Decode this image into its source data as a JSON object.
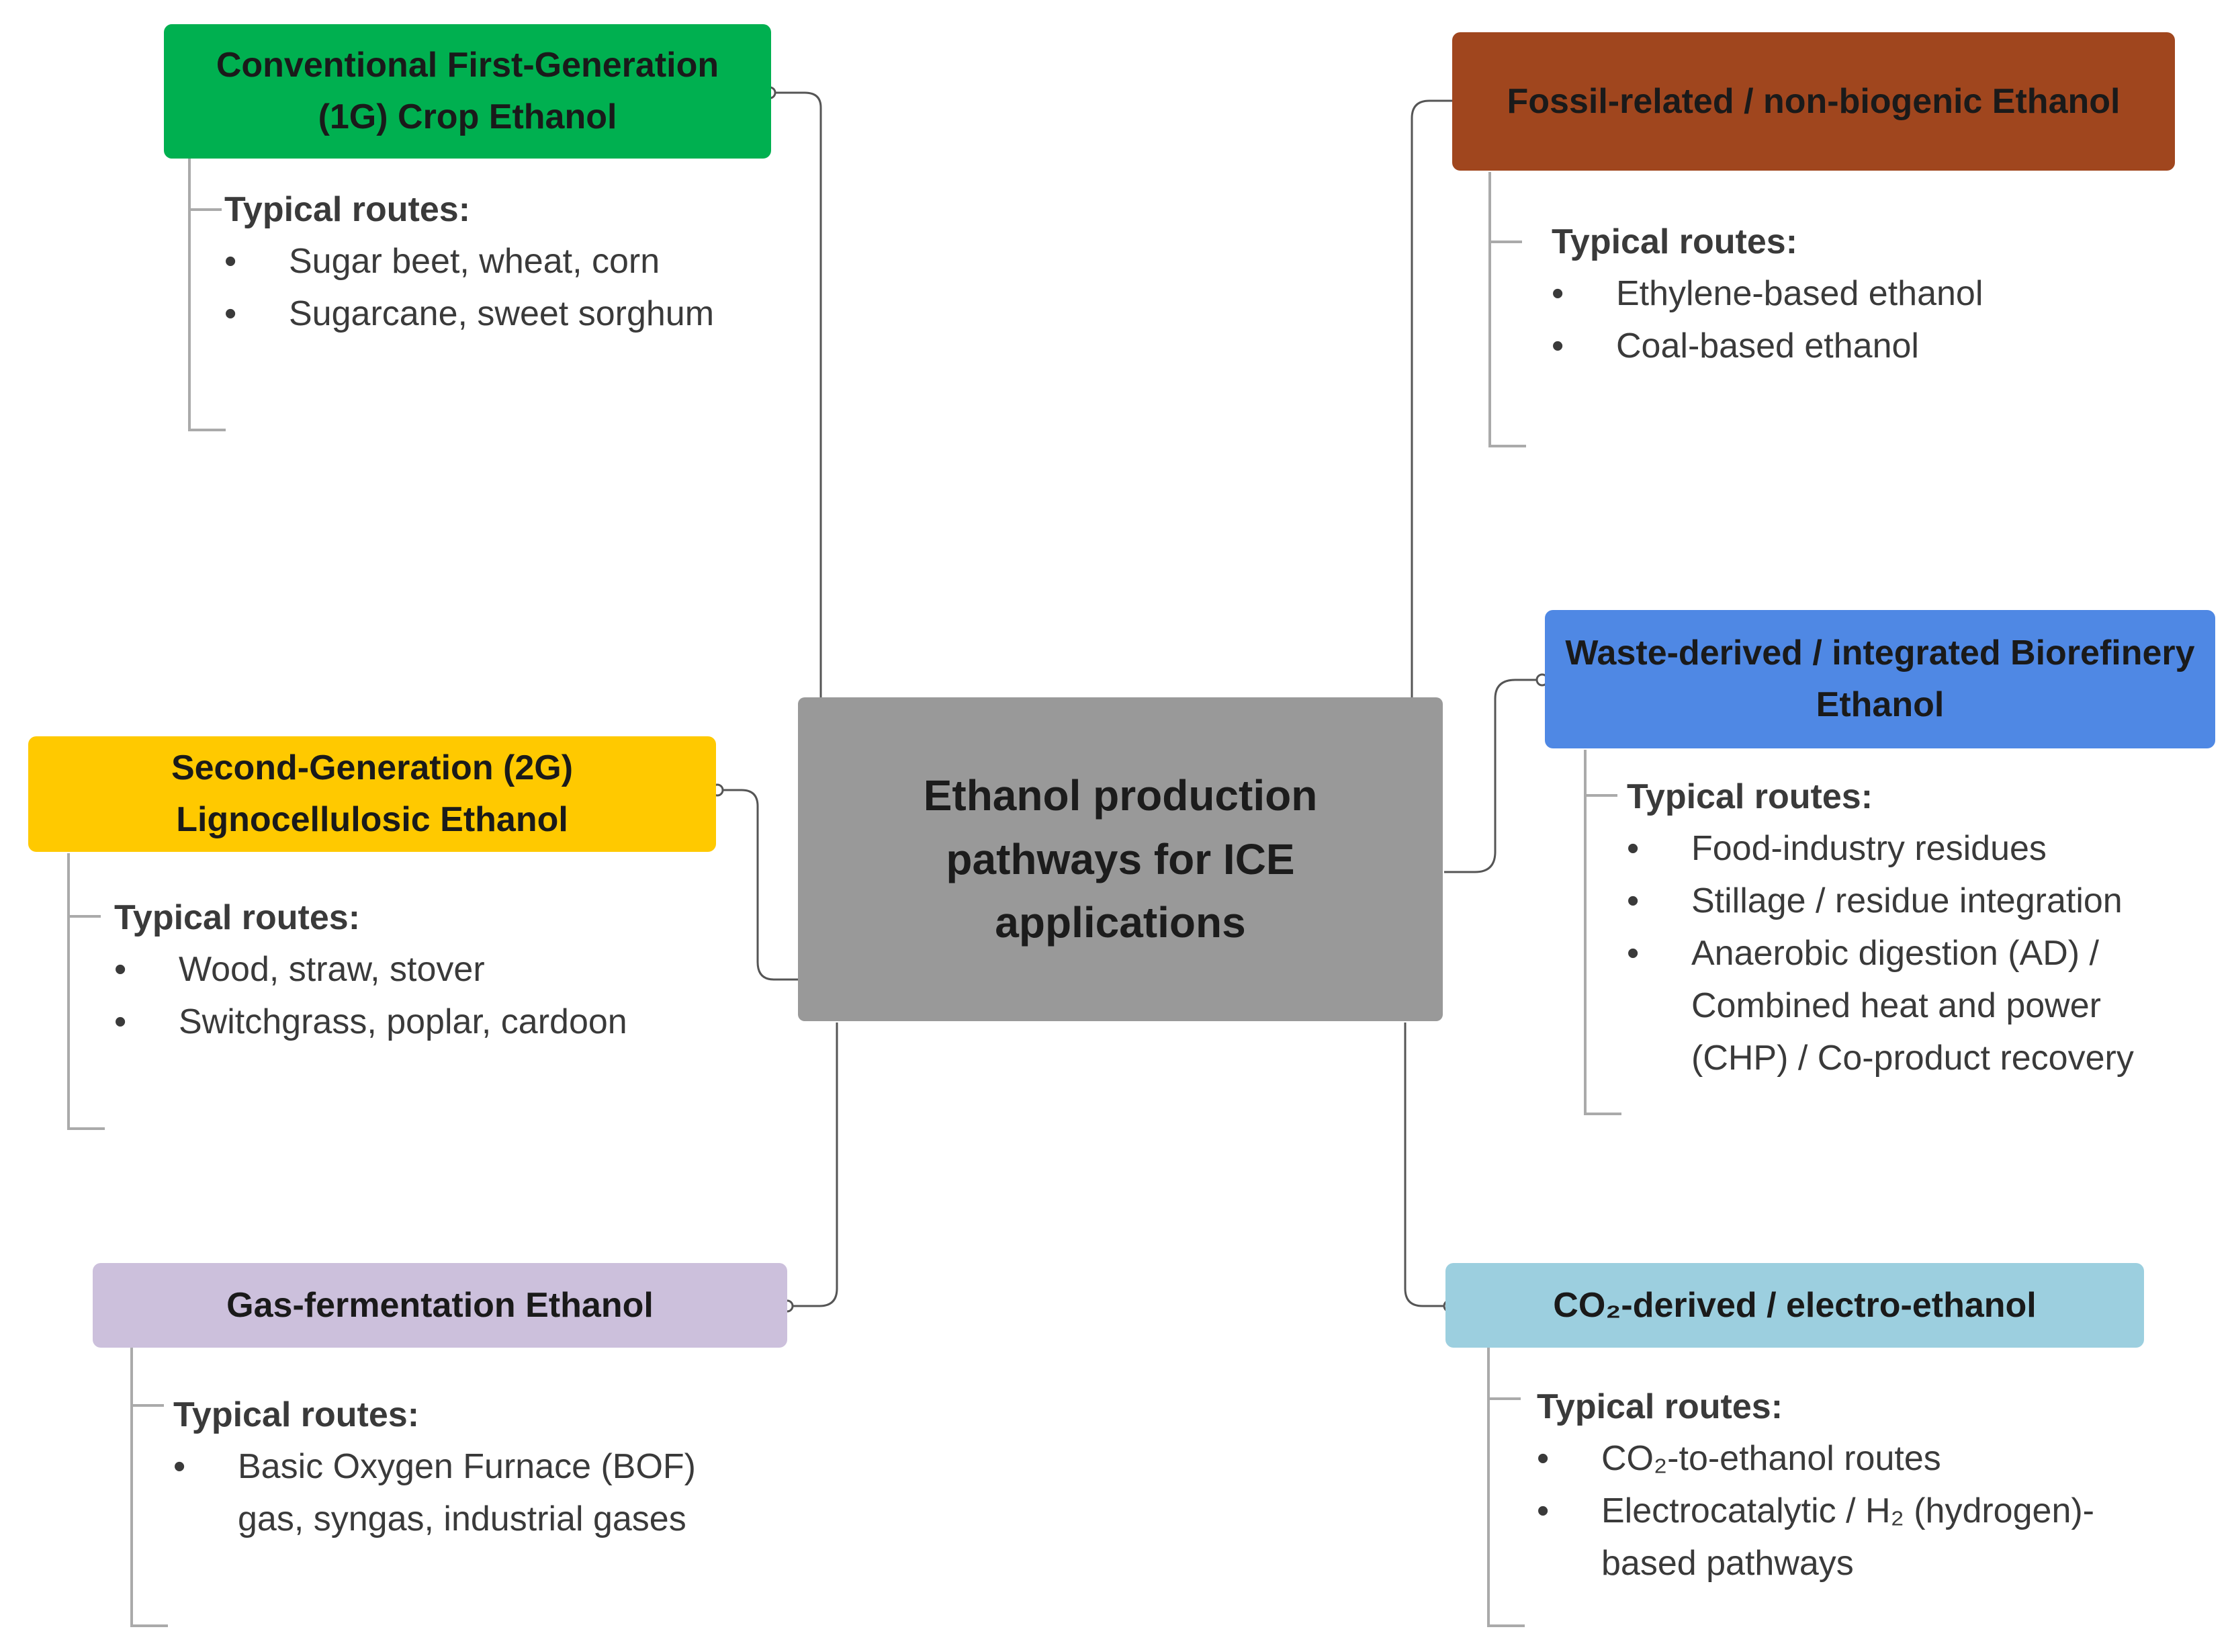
{
  "center": {
    "title": "Ethanol production pathways for ICE applications"
  },
  "routes_label": "Typical routes:",
  "nodes": {
    "conventional_1g": {
      "title": "Conventional First-Generation (1G) Crop Ethanol",
      "color": "#00b050",
      "routes": [
        "Sugar beet, wheat, corn",
        "Sugarcane, sweet sorghum"
      ]
    },
    "second_generation_2g": {
      "title": "Second-Generation (2G) Lignocellulosic Ethanol",
      "color": "#ffc900",
      "routes": [
        "Wood, straw, stover",
        "Switchgrass, poplar, cardoon"
      ]
    },
    "gas_fermentation": {
      "title": "Gas-fermentation Ethanol",
      "color": "#ccc0dc",
      "routes": [
        "Basic Oxygen Furnace (BOF) gas, syngas, industrial gases"
      ]
    },
    "fossil_related": {
      "title": "Fossil-related / non-biogenic Ethanol",
      "color": "#a0461e",
      "routes": [
        "Ethylene-based ethanol",
        "Coal-based ethanol"
      ]
    },
    "waste_derived": {
      "title": "Waste-derived / integrated Biorefinery Ethanol",
      "color": "#4f88e4",
      "routes": [
        "Food-industry residues",
        "Stillage / residue integration",
        "Anaerobic digestion (AD) / Combined heat and power (CHP) / Co-product recovery"
      ]
    },
    "co2_derived": {
      "title": "CO₂-derived / electro-ethanol",
      "color": "#9ccfdf",
      "routes": [
        "CO₂-to-ethanol routes",
        "Electrocatalytic / H₂ (hydrogen)-based pathways"
      ]
    }
  },
  "colors": {
    "center": "#999999",
    "connector": "#555555",
    "tree_line": "#aaaaaa",
    "text": "#333333"
  }
}
